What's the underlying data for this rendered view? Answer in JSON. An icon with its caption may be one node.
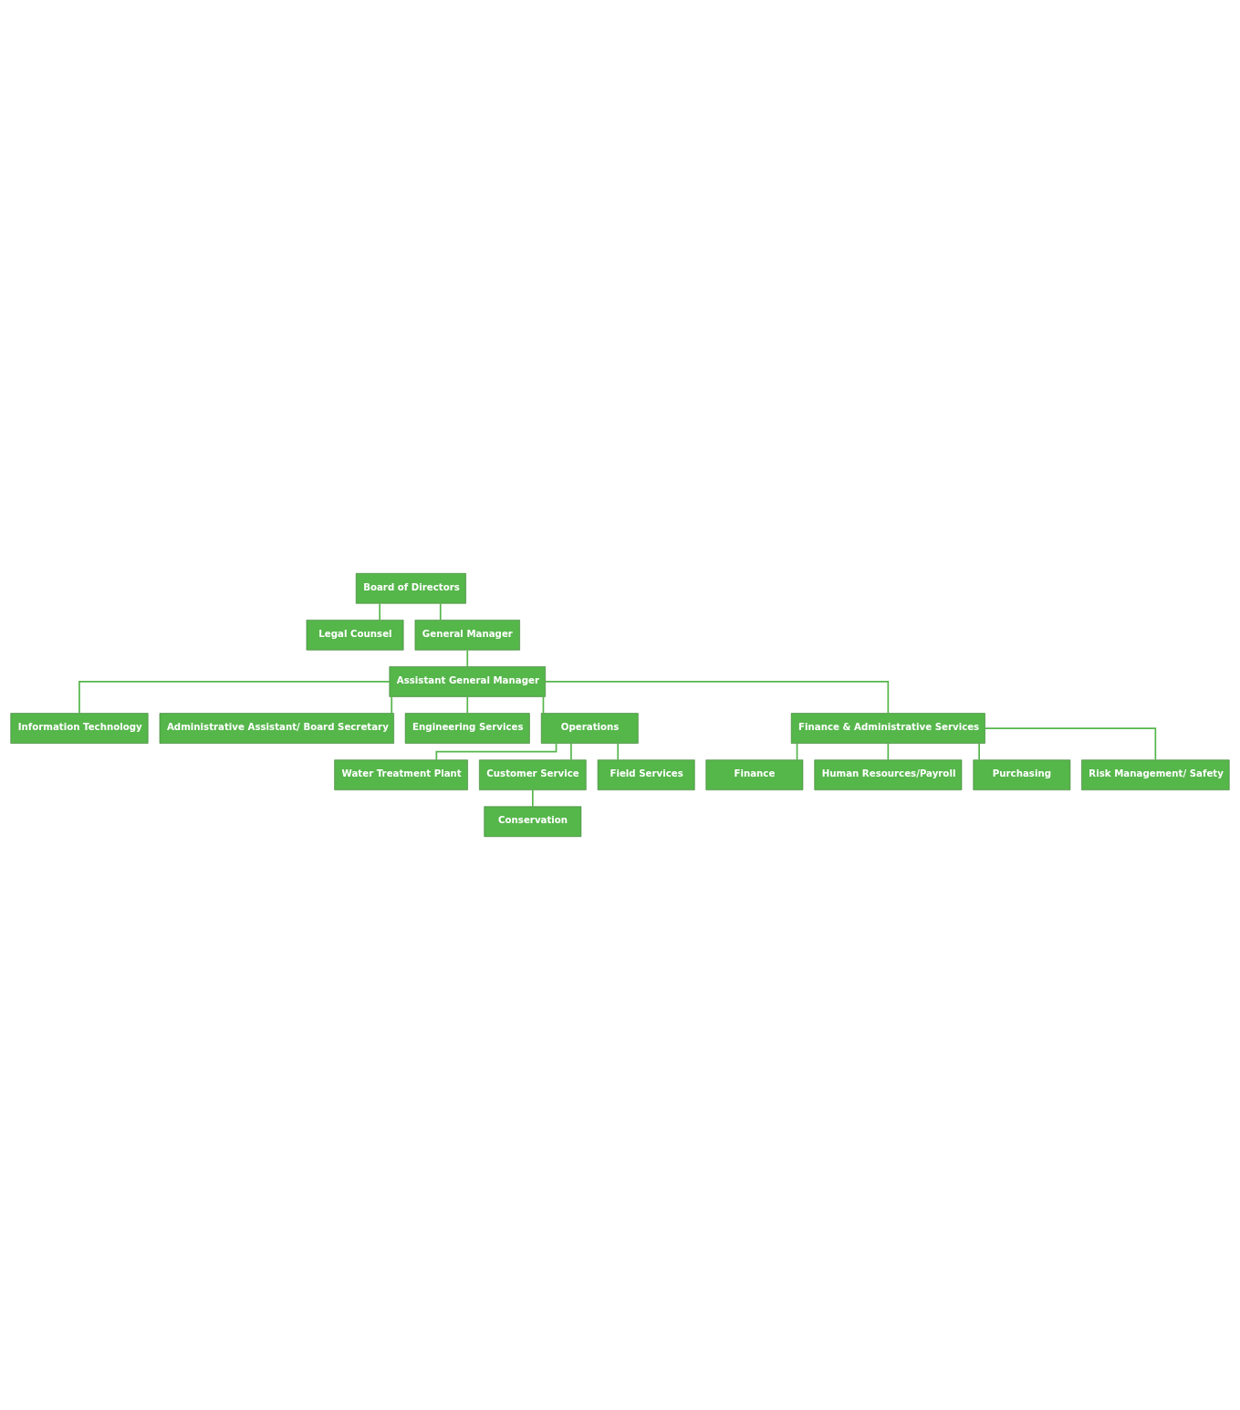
{
  "diagram": {
    "nodes": [
      {
        "text": [
          "Board of Directors"
        ]
      },
      {
        "text": [
          "Legal Counsel"
        ]
      },
      {
        "text": [
          "General Manager"
        ]
      },
      {
        "text": [
          "Assistant General Manager"
        ]
      },
      {
        "text": [
          "Information Technology"
        ]
      },
      {
        "text": [
          "Administrative Assistant/ Board Secretary"
        ]
      },
      {
        "text": [
          "Engineering Services"
        ]
      },
      {
        "text": [
          "Operations"
        ]
      },
      {
        "text": [
          "Finance & Administrative Services"
        ]
      },
      {
        "text": [
          "Water Treatment Plant"
        ]
      },
      {
        "text": [
          "Customer Service"
        ]
      },
      {
        "text": [
          "Field Services"
        ]
      },
      {
        "text": [
          "Conservation"
        ]
      },
      {
        "text": [
          "Finance"
        ]
      },
      {
        "text": [
          "Human Resources/Payroll"
        ]
      },
      {
        "text": [
          "Purchasing"
        ]
      },
      {
        "text": [
          "Risk Management/ Safety"
        ]
      }
    ],
    "edges": [
      {
        "from": 0,
        "to": 1,
        "arrow": "none"
      },
      {
        "from": 0,
        "to": 2,
        "arrow": "none"
      },
      {
        "from": 2,
        "to": 3,
        "arrow": "none"
      },
      {
        "from": 3,
        "to": 4,
        "arrow": "none"
      },
      {
        "from": 3,
        "to": 5,
        "arrow": "none"
      },
      {
        "from": 3,
        "to": 6,
        "arrow": "none"
      },
      {
        "from": 3,
        "to": 7,
        "arrow": "none"
      },
      {
        "from": 3,
        "to": 8,
        "arrow": "none"
      },
      {
        "from": 7,
        "to": 9,
        "arrow": "none"
      },
      {
        "from": 7,
        "to": 10,
        "arrow": "none"
      },
      {
        "from": 7,
        "to": 11,
        "arrow": "none"
      },
      {
        "from": 10,
        "to": 12,
        "arrow": "none"
      },
      {
        "from": 8,
        "to": 13,
        "arrow": "none"
      },
      {
        "from": 8,
        "to": 14,
        "arrow": "none"
      },
      {
        "from": 8,
        "to": 15,
        "arrow": "none"
      },
      {
        "from": 8,
        "to": 16,
        "arrow": "none"
      }
    ]
  }
}
